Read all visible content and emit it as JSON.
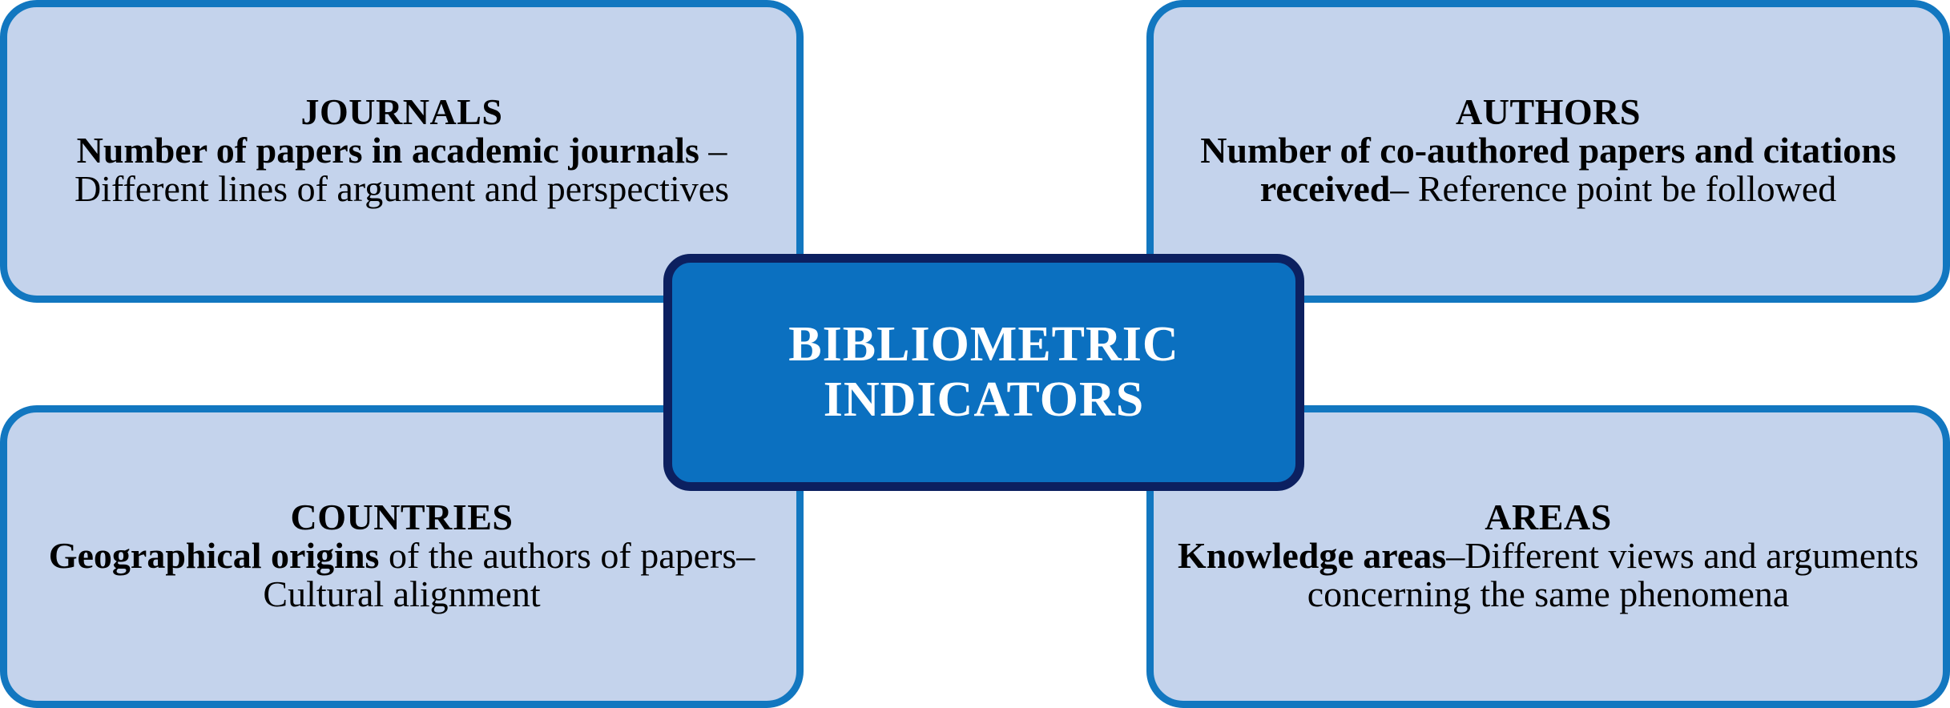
{
  "diagram": {
    "title": "Bibliometric Indicators",
    "type": "hub-and-spoke",
    "colors": {
      "quadrant_fill": "#c4d3ec",
      "quadrant_border": "#1277c0",
      "center_fill": "#0b70c0",
      "center_border": "#0c2060",
      "center_text": "#ffffff",
      "quadrant_text": "#000000",
      "background": "#ffffff"
    }
  },
  "center": {
    "line1": "BIBLIOMETRIC",
    "line2": "INDICATORS"
  },
  "quadrants": {
    "journals": {
      "heading": "JOURNALS",
      "emphasis": "Number of papers in academic journals",
      "rest": " – Different lines of argument and perspectives"
    },
    "authors": {
      "heading": "AUTHORS",
      "emphasis": "Number of co-authored papers and citations received",
      "rest": "– Reference point be followed"
    },
    "countries": {
      "heading": "COUNTRIES",
      "emphasis": "Geographical origins",
      "rest": " of the authors of papers–Cultural alignment"
    },
    "areas": {
      "heading": "AREAS",
      "emphasis": "Knowledge areas",
      "rest": "–Different views and arguments concerning the same phenomena"
    }
  }
}
